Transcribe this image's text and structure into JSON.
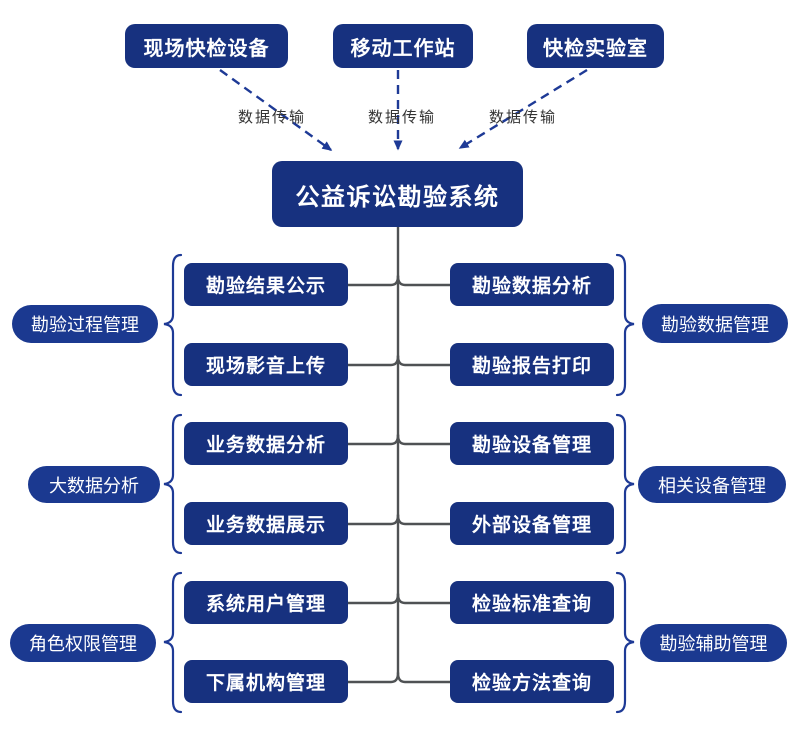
{
  "diagram": {
    "sources": [
      {
        "label": "现场快检设备"
      },
      {
        "label": "移动工作站"
      },
      {
        "label": "快检实验室"
      }
    ],
    "transfer_labels": [
      {
        "label": "数据传输"
      },
      {
        "label": "数据传输"
      },
      {
        "label": "数据传输"
      }
    ],
    "center": {
      "label": "公益诉讼勘验系统"
    },
    "groups": {
      "left": [
        {
          "category": "勘验过程管理",
          "items": [
            "勘验结果公示",
            "现场影音上传"
          ]
        },
        {
          "category": "大数据分析",
          "items": [
            "业务数据分析",
            "业务数据展示"
          ]
        },
        {
          "category": "角色权限管理",
          "items": [
            "系统用户管理",
            "下属机构管理"
          ]
        }
      ],
      "right": [
        {
          "category": "勘验数据管理",
          "items": [
            "勘验数据分析",
            "勘验报告打印"
          ]
        },
        {
          "category": "相关设备管理",
          "items": [
            "勘验设备管理",
            "外部设备管理"
          ]
        },
        {
          "category": "勘验辅助管理",
          "items": [
            "检验标准查询",
            "检验方法查询"
          ]
        }
      ]
    },
    "colors": {
      "node_fill": "#17317F",
      "pill_fill": "#1B3990",
      "arrow_blue": "#1E3A96",
      "connector_gray": "#4F5254",
      "edge_label_text": "#333333"
    }
  }
}
